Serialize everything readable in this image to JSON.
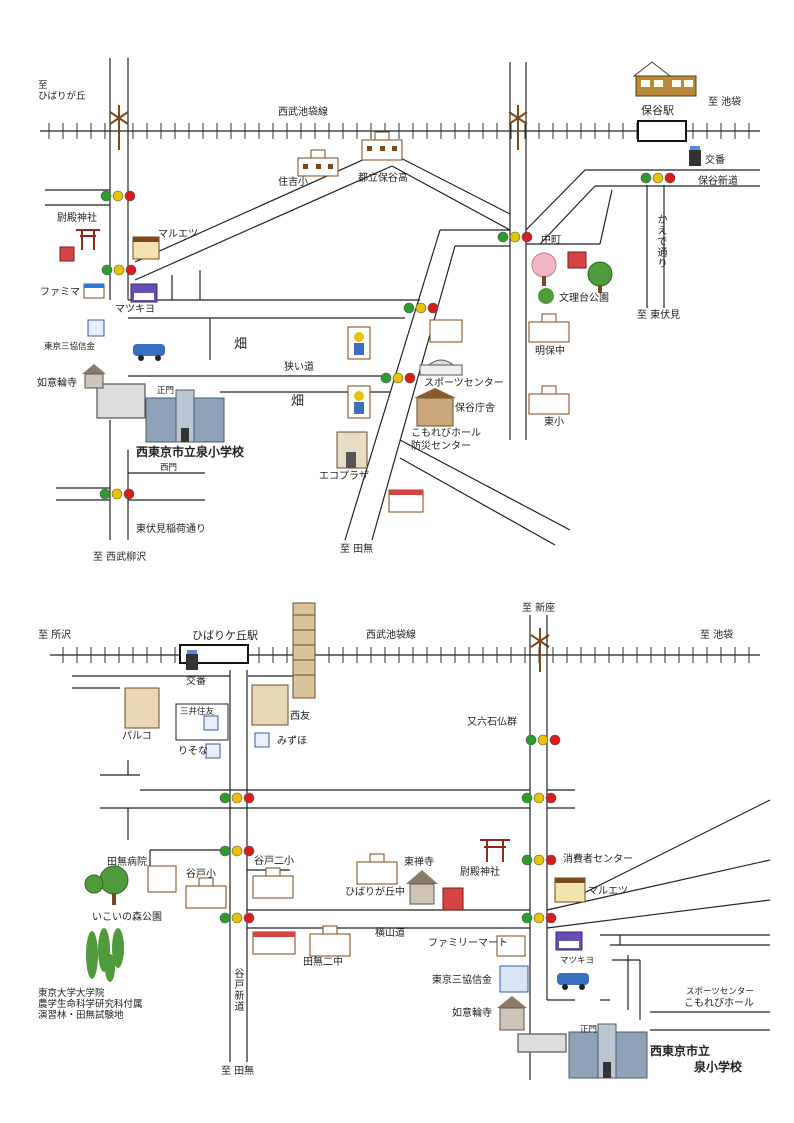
{
  "top_map": {
    "labels": {
      "to_hibarigaoka": "至\nひばりが丘",
      "to_ikebukuro": "至 池袋",
      "line_name": "西武池袋線",
      "station": "保谷駅",
      "koban": "交番",
      "hoya_shindo": "保谷新道",
      "kaede_dori": "かえで通り",
      "to_higashifushimi": "至 東伏見",
      "nakamachi": "中町",
      "toritsu_hoya": "都立保谷高",
      "sumiyoshi": "住吉小",
      "shrine": "尉殿神社",
      "maruetsu": "マルエツ",
      "familymart": "ファミマ",
      "matsukiyo": "マツキヨ",
      "tokyo_sankyo": "東京三協信金",
      "nyoirinji": "如意輪寺",
      "seimon": "正門",
      "school": "西東京市立泉小学校",
      "nishimon": "西門",
      "hatake1": "畑",
      "hatake2": "畑",
      "semai_michi": "狭い道",
      "sports_center": "スポーツセンター",
      "hoya_chosha": "保谷庁舎",
      "komorebi": "こもれびホール",
      "bosai": "防災センター",
      "eco_plaza": "エコプラザ",
      "bunridai": "文理台公園",
      "meiho": "明保中",
      "higashi_sho": "東小",
      "higashifushimi_inari": "東伏見稲荷通り",
      "to_seibuyagisawa": "至 西武柳沢",
      "to_tanashi": "至 田無"
    }
  },
  "bottom_map": {
    "labels": {
      "to_tokorozawa": "至 所沢",
      "station": "ひばりケ丘駅",
      "line_name": "西武池袋線",
      "to_niiza": "至 新座",
      "to_ikebukuro": "至 池袋",
      "koban": "交番",
      "sumitomo": "三井住友",
      "parco": "パルコ",
      "resona": "りそな",
      "seiyu": "西友",
      "mizuho": "みずほ",
      "mataroku": "又六石仏群",
      "tanashi_hosp": "田無病院",
      "yato_sho": "谷戸小",
      "yato_ni": "谷戸二小",
      "toshinji": "東禅寺",
      "hibari_chu": "ひばりが丘中",
      "shrine": "尉殿神社",
      "consumer": "消費者センター",
      "maruetsu": "マルエツ",
      "ikoi": "いこいの森公園",
      "univ": "東京大学大学院\n農学生命科学研究科付属\n演習林・田無試験地",
      "yokoyama": "横山道",
      "tanashi_ni": "田無二中",
      "familymart": "ファミリーマート",
      "matsukiyo": "マツキヨ",
      "tokyo_sankyo": "東京三協信金",
      "nyoirinji": "如意輪寺",
      "sports_center": "スポーツセンター",
      "komorebi": "こもれびホール",
      "seimon": "正門",
      "school_a": "西東京市立",
      "school_b": "泉小学校",
      "yato_shindo": "谷戸新道",
      "to_tanashi": "至 田無"
    }
  },
  "colors": {
    "road": "#222222",
    "rail": "#333333",
    "signal_green": "#2e9b2e",
    "signal_yellow": "#e8c400",
    "signal_red": "#d81b1b",
    "building_gray": "#7a8a99",
    "building_brown": "#8a5a2b",
    "tree_green": "#4f9a3a",
    "sakura_pink": "#f2b6c6"
  }
}
